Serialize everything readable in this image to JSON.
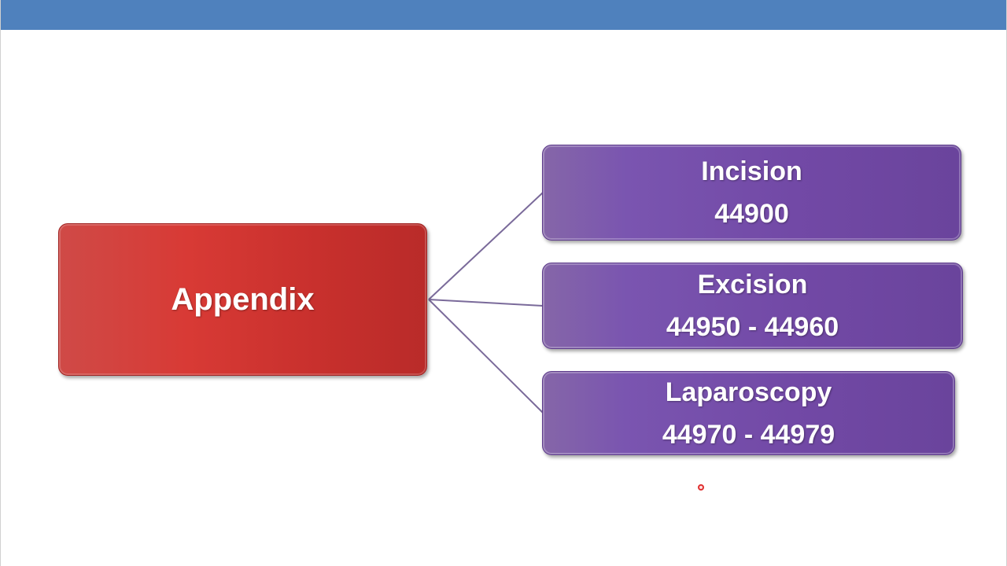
{
  "diagram": {
    "root": {
      "label": "Appendix"
    },
    "children": [
      {
        "title": "Incision",
        "code": "44900"
      },
      {
        "title": "Excision",
        "code": "44950 - 44960"
      },
      {
        "title": "Laparoscopy",
        "code": "44970 - 44979"
      }
    ]
  },
  "colors": {
    "header_bar": "#4f81bd",
    "root_fill": "#d83a35",
    "child_fill": "#7249a6",
    "connector": "#7a6a9a"
  }
}
